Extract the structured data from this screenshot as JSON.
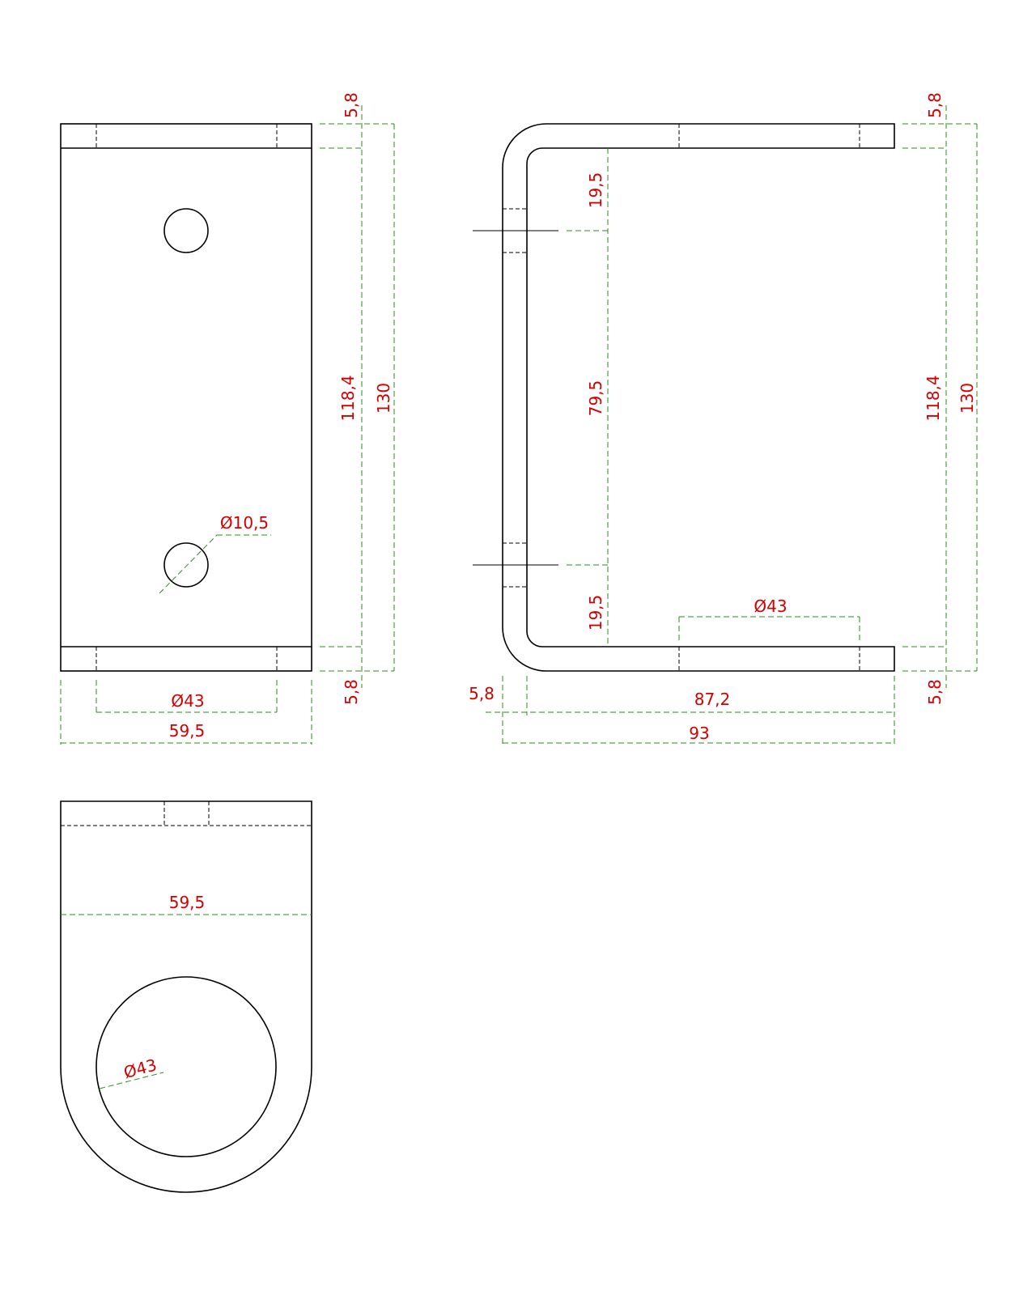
{
  "colors": {
    "outline": "#000000",
    "dimension_line": "#2e8b1e",
    "dimension_text": "#d40000"
  },
  "front_view": {
    "height_flange_top": "5,8",
    "inner_height": "118,4",
    "total_height": "130",
    "height_flange_bottom": "5,8",
    "hole_diameter": "Ø10,5",
    "tube_diameter": "Ø43",
    "width": "59,5"
  },
  "side_view": {
    "flange_top": "5,8",
    "hole_offset_top": "19,5",
    "hole_spacing": "79,5",
    "hole_offset_bottom": "19,5",
    "tube_diameter": "Ø43",
    "inner_height": "118,4",
    "total_height": "130",
    "flange_bottom": "5,8",
    "thickness": "5,8",
    "inner_depth": "87,2",
    "total_depth": "93"
  },
  "top_view": {
    "width": "59,5",
    "tube_diameter": "Ø43"
  }
}
